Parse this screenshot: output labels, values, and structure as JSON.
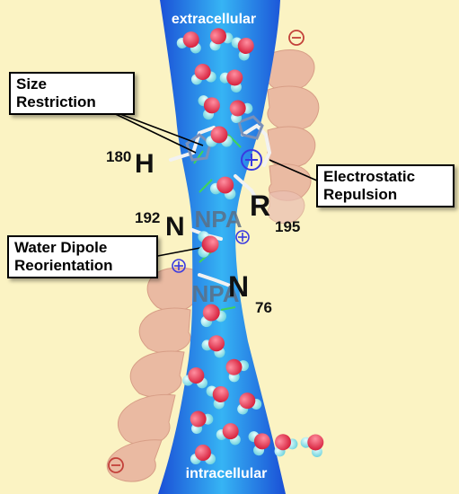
{
  "labels": {
    "extracellular": "extracellular",
    "intracellular": "intracellular"
  },
  "callouts": {
    "size_restriction": "Size\nRestriction",
    "electrostatic_repulsion": "Electrostatic\nRepulsion",
    "water_dipole": "Water Dipole\nReorientation"
  },
  "residues": {
    "h180": {
      "number": "180",
      "letter": "H"
    },
    "n192": {
      "number": "192",
      "letter": "N"
    },
    "r195": {
      "letter": "R",
      "number": "195"
    },
    "n76": {
      "letter": "N",
      "number": "76"
    }
  },
  "motifs": {
    "upper": "NPA",
    "lower": "NPA"
  },
  "colors": {
    "background": "#fbf3c3",
    "channel": "#1a5fe0",
    "channel_core": "#2ea8f0",
    "helix": "#e8b3a0",
    "oxygen": "#e8455a",
    "hydrogen": "#9ee8ee",
    "hbond": "#3fd35a"
  }
}
